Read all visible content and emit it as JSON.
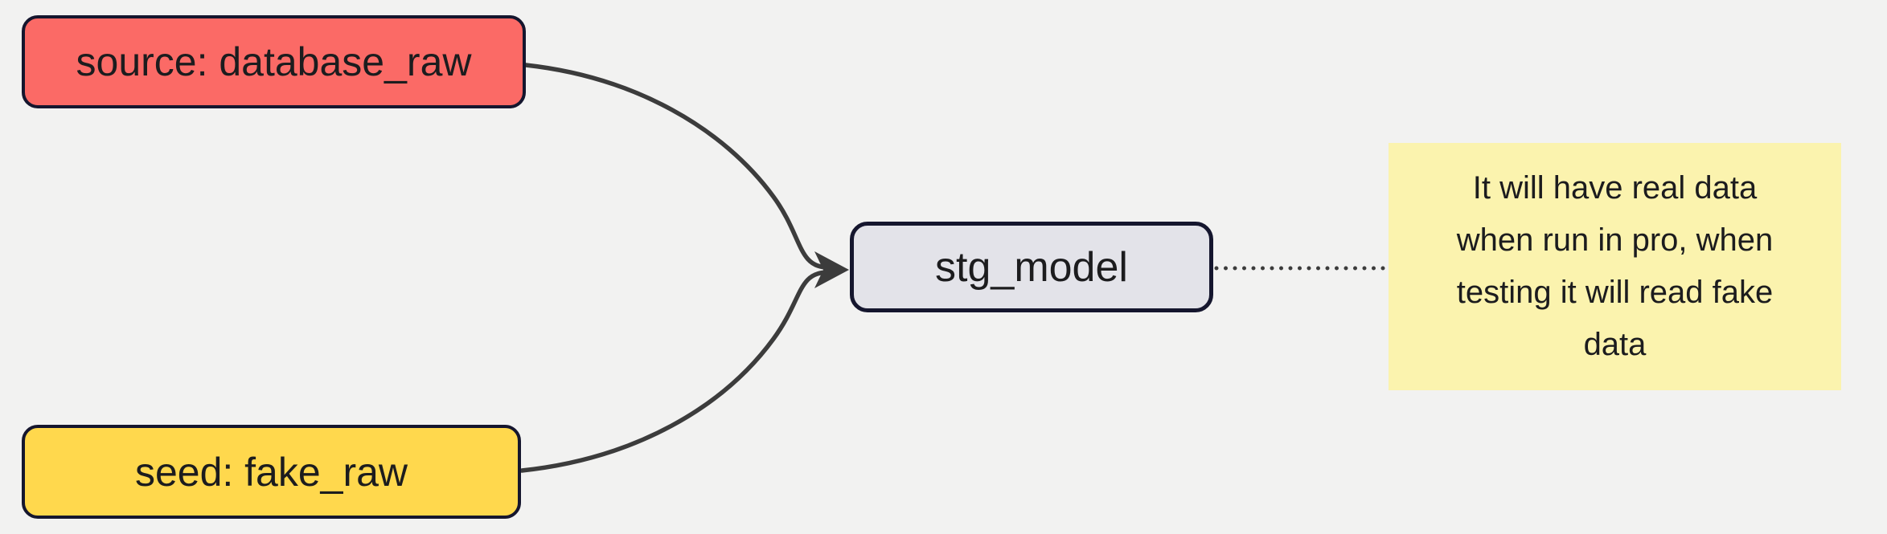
{
  "diagram": {
    "type": "flowchart",
    "background_color": "#f2f2f1",
    "text_color": "#1c1c1e",
    "node_border_color": "#15162e",
    "edge_color": "#3c3c3c",
    "nodes": {
      "source": {
        "label": "source: database_raw",
        "fill": "#fb6a66"
      },
      "seed": {
        "label": "seed: fake_raw",
        "fill": "#ffd84d"
      },
      "stg_model": {
        "label": "stg_model",
        "fill": "#e3e3e9"
      }
    },
    "note": {
      "fill": "#fbf3ae",
      "text": "It will have real data when run in pro, when testing it will read fake data",
      "lines": {
        "0": "It will have real data",
        "1": "when run in pro, when",
        "2": "testing it will read fake",
        "3": "data"
      }
    },
    "edges": [
      {
        "from": "source: database_raw",
        "to": "stg_model",
        "style": "solid-curve-arrow"
      },
      {
        "from": "seed: fake_raw",
        "to": "stg_model",
        "style": "solid-curve-arrow"
      },
      {
        "from": "stg_model",
        "to": "note",
        "style": "dotted"
      }
    ]
  }
}
